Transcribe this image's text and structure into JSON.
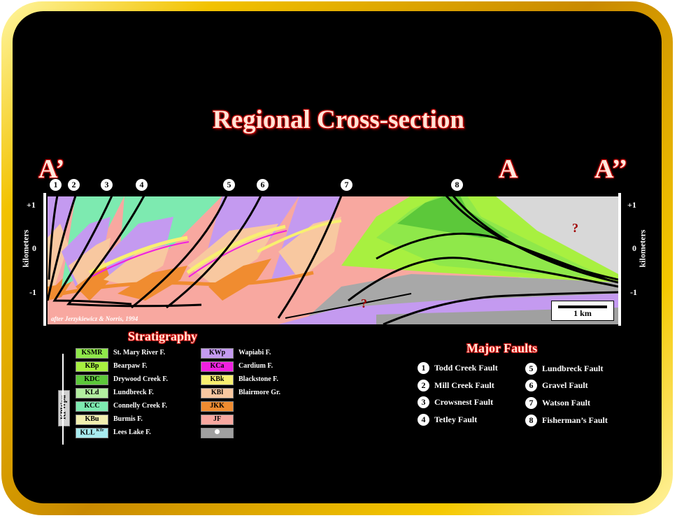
{
  "title": "Regional Cross-section",
  "section_labels": {
    "left": "A’",
    "middle": "A",
    "right": "A’’"
  },
  "fault_markers": [
    "1",
    "2",
    "3",
    "4",
    "5",
    "6",
    "7",
    "8"
  ],
  "axis": {
    "unit_label": "kilometers",
    "ticks": [
      "+1",
      "0",
      "-1"
    ]
  },
  "question_mark": "?",
  "credit": "after Jerzykiewicz & Norris, 1994",
  "scale_label": "1 km",
  "stratigraphy": {
    "heading": "Stratigraphy",
    "group_label": "KPWpu",
    "left_column": [
      {
        "code": "KSMR",
        "name": "St. Mary River F.",
        "color": "#8fe84a"
      },
      {
        "code": "KBp",
        "name": "Bearpaw F.",
        "color": "#a8f040"
      },
      {
        "code": "KDC",
        "name": "Drywood Creek F.",
        "color": "#5cc83a"
      },
      {
        "code": "KLd",
        "name": "Lundbreck F.",
        "color": "#b2eea0"
      },
      {
        "code": "KCC",
        "name": "Connelly Creek F.",
        "color": "#7deab0"
      },
      {
        "code": "KBu",
        "name": "Burmis F.",
        "color": "#f2f0b0"
      },
      {
        "code": "KLL",
        "sup": "KTr",
        "name": "Lees Lake F.",
        "color": "#a8ecf0"
      }
    ],
    "right_column": [
      {
        "code": "KWp",
        "name": "Wapiabi F.",
        "color": "#c49af0"
      },
      {
        "code": "KCa",
        "name": "Cardium F.",
        "color": "#f020e0"
      },
      {
        "code": "KBk",
        "name": "Blackstone F.",
        "color": "#f8f070"
      },
      {
        "code": "KBl",
        "name": "Blairmore Gr.",
        "color": "#f8c8a0"
      },
      {
        "code": "JKK",
        "name": "",
        "color": "#f08c30"
      },
      {
        "code": "JF",
        "name": "",
        "color": "#f8a8a0"
      },
      {
        "code": "",
        "name": "",
        "color": "#a0a0a0"
      }
    ]
  },
  "faults": {
    "heading": "Major Faults",
    "items": [
      {
        "num": "1",
        "name": "Todd Creek Fault"
      },
      {
        "num": "2",
        "name": "Mill Creek Fault"
      },
      {
        "num": "3",
        "name": "Crowsnest Fault"
      },
      {
        "num": "4",
        "name": "Tetley Fault"
      },
      {
        "num": "5",
        "name": "Lundbreck Fault"
      },
      {
        "num": "6",
        "name": "Gravel Fault"
      },
      {
        "num": "7",
        "name": "Watson Fault"
      },
      {
        "num": "8",
        "name": "Fisherman’s Fault"
      }
    ]
  }
}
